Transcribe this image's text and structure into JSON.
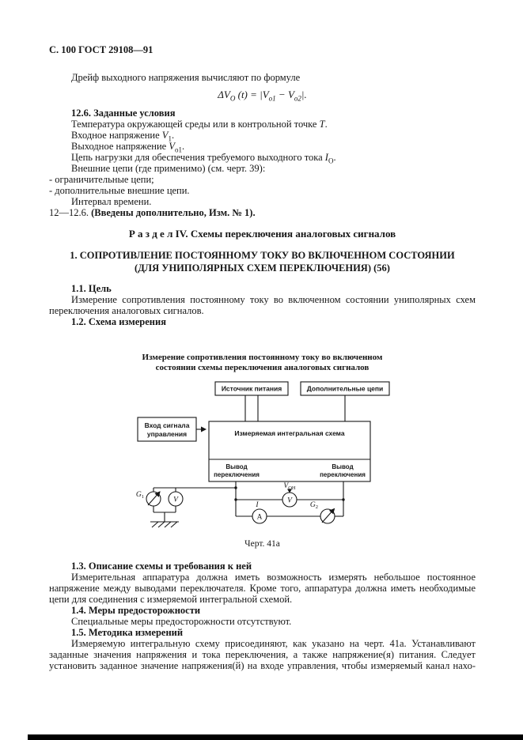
{
  "header": {
    "title": "С. 100 ГОСТ 29108—91"
  },
  "intro": {
    "text": "Дрейф выходного напряжения вычисляют по формуле"
  },
  "formula": {
    "p1": "ΔV",
    "s1": "О",
    "p2": " (t) = |V",
    "s2": "о1",
    "p3": " − V",
    "s3": "о2",
    "p4": "|."
  },
  "conditions": {
    "heading": "12.6. Заданные условия",
    "temp_text": "Температура окружающей среды или в контрольной точке ",
    "temp_var": "Т",
    "temp_end": ".",
    "vin_text": "Входное напряжение ",
    "vin_var": "V",
    "vin_sub": "1",
    "vin_end": ".",
    "vout_text": "Выходное напряжение ",
    "vout_var": "V",
    "vout_sub": "о1",
    "vout_end": ".",
    "load_text": "Цепь нагрузки для обеспечения требуемого выходного тока ",
    "load_var": "I",
    "load_sub": "О",
    "load_end": ".",
    "external_text": "Внешние цепи (где применимо) (см. черт. 39):",
    "item1": "- ограничительные цепи;",
    "item2": "- дополнительные внешние цепи.",
    "interval_text": "Интервал времени.",
    "added_prefix": "12—12.6. ",
    "added_note": "(Введены дополнительно, Изм. № 1)."
  },
  "section4": {
    "title": "Р а з д е л IV. Схемы переключения аналоговых сигналов",
    "heading_line1": "1. СОПРОТИВЛЕНИЕ ПОСТОЯННОМУ ТОКУ ВО ВКЛЮЧЕННОМ СОСТОЯНИИ",
    "heading_line2": "(ДЛЯ УНИПОЛЯРНЫХ СХЕМ ПЕРЕКЛЮЧЕНИЯ) (56)"
  },
  "s11": {
    "heading": "1.1. Цель",
    "text": "Измерение сопротивления постоянному току во включенном состоянии униполярных схем переключения аналоговых сигналов."
  },
  "s12": {
    "heading": "1.2. Схема измерения"
  },
  "diagram": {
    "title_line1": "Измерение сопротивления постоянному току во включенном",
    "title_line2": "состоянии схемы переключения аналоговых сигналов",
    "power_source": "Источник питания",
    "additional_circuits": "Дополнительные цепи",
    "control_input_line1": "Вход сигнала",
    "control_input_line2": "управления",
    "ic_label": "Измеряемая интегральная схема",
    "terminal_line1": "Вывод",
    "terminal_line2": "переключения",
    "g1": "G",
    "g1_sub": "1",
    "voltmeter": "V",
    "von": "V",
    "von_sub": "ОН",
    "von_meter": "V",
    "ammeter_label": "I",
    "ammeter": "A",
    "g2": "G",
    "g2_sub": "2",
    "caption": "Черт. 41а"
  },
  "s13": {
    "heading": "1.3. Описание схемы и требования к ней",
    "text": "Измерительная аппаратура должна иметь возможность измерять небольшое постоянное напряжение между выводами переключателя. Кроме того, аппаратура должна иметь необходимые цепи для соединения с измеряемой интегральной схемой."
  },
  "s14": {
    "heading": "1.4. Меры предосторожности",
    "text": "Специальные меры предосторожности отсутствуют."
  },
  "s15": {
    "heading": "1.5. Методика измерений",
    "text": "Измеряемую интегральную схему присоединяют, как указано на черт. 41а. Устанавливают заданные значения напряжения и тока переключения, а также напряжение(я) питания. Следует установить заданное значение напряжения(й) на входе управления, чтобы измеряемый канал нахо-"
  }
}
